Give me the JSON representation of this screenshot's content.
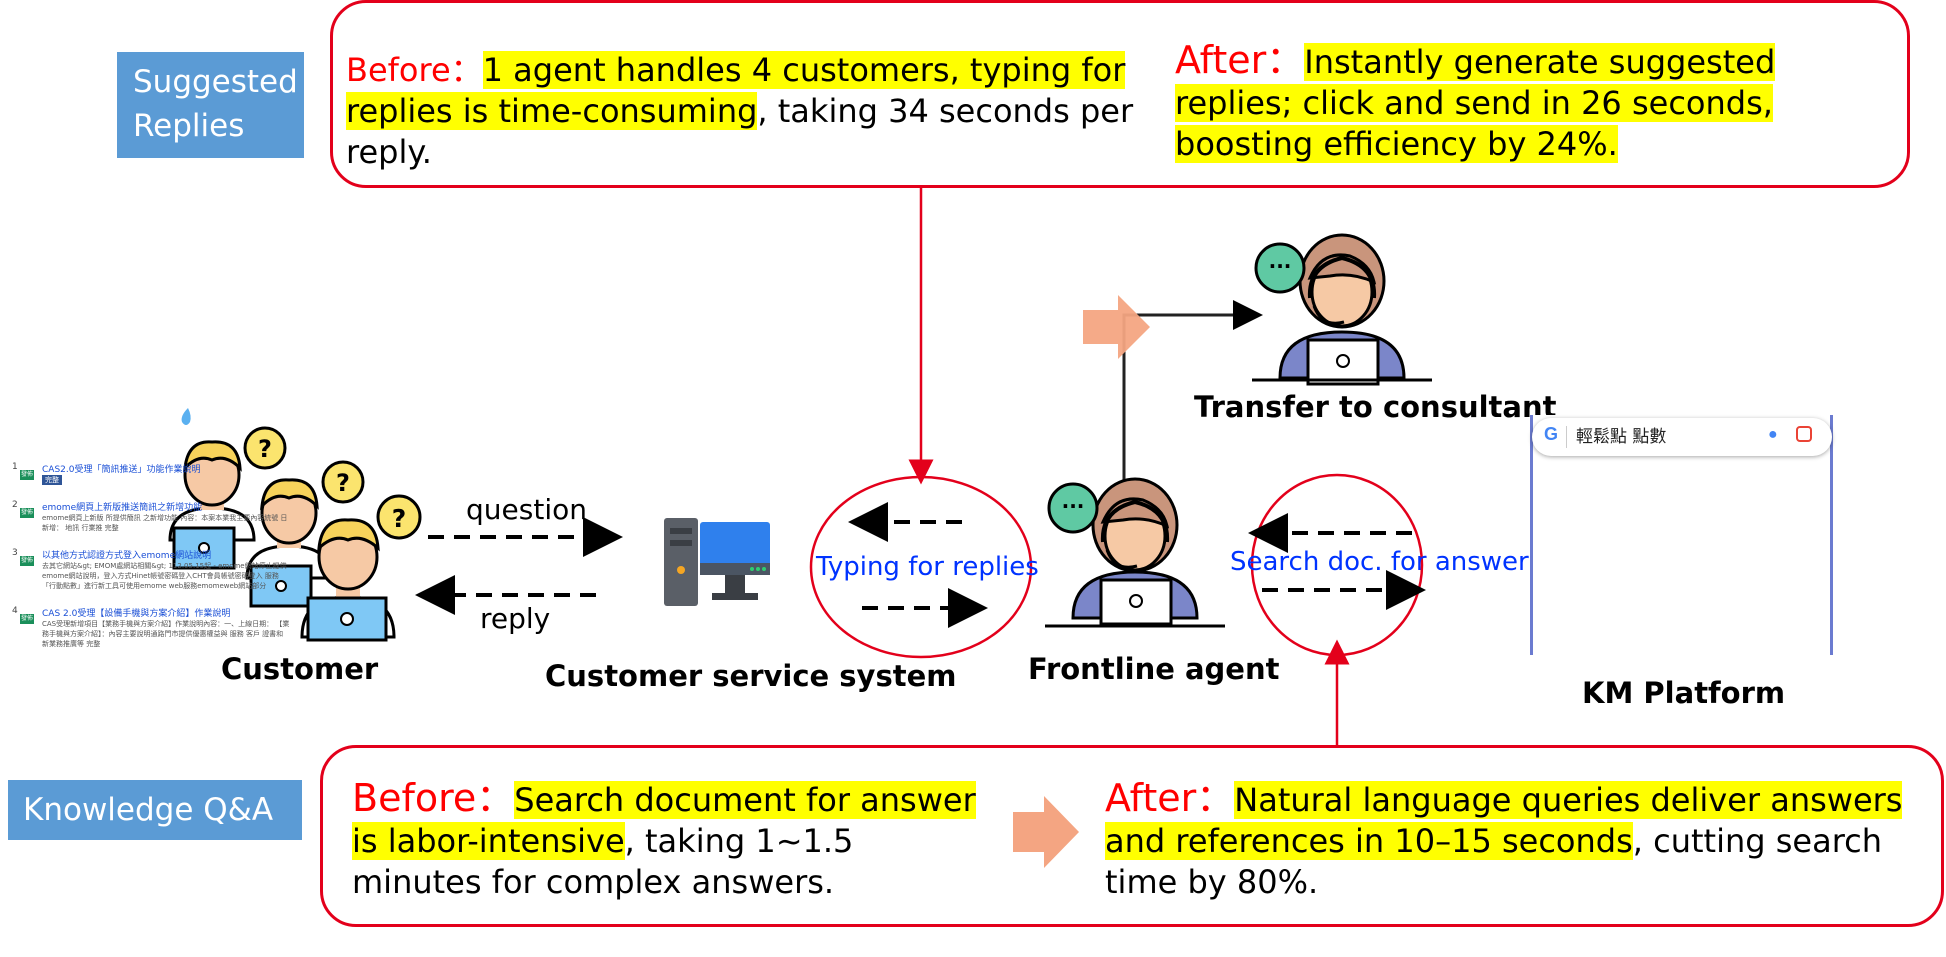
{
  "suggested_replies": {
    "tag": "Suggested\nReplies",
    "before_label": "Before：",
    "before_highlight": "1 agent handles 4 customers, typing for replies is time-consuming",
    "before_rest": ", taking 34 seconds per reply.",
    "after_label": "After：",
    "after_highlight": "Instantly generate suggested replies; click and send in 26 seconds, boosting efficiency by 24%."
  },
  "knowledge_qa": {
    "tag": "Knowledge Q&A",
    "before_label": "Before：",
    "before_highlight": "Search document for answer is labor-intensive",
    "before_rest": ", taking 1~1.5 minutes for complex answers.",
    "after_label": "After：",
    "after_highlight": "Natural language queries deliver answers and references in 10–15 seconds",
    "after_rest": ", cutting search time by 80%."
  },
  "flow": {
    "question": "question",
    "reply": "reply",
    "typing": "Typing for replies",
    "search": "Search doc. for answer"
  },
  "nodes": {
    "customer": "Customer",
    "system": "Customer service system",
    "agent": "Frontline agent",
    "consultant": "Transfer to consultant",
    "km": "KM Platform"
  },
  "km_panel": {
    "query": "輕鬆點 點數",
    "results": [
      {
        "num": "1",
        "badge": "發佈",
        "title": "CAS2.0受理「簡訊推送」功能作業說明",
        "snippet": "完整"
      },
      {
        "num": "2",
        "badge": "發佈",
        "title": "emome網頁上新版推送簡訊之新增功能",
        "snippet": "emome網頁上新版 所提供簡訊 之新增功能 內容：本案本業我主要內容統號 日新增： 地訊 行業推 完整"
      },
      {
        "num": "3",
        "badge": "發佈",
        "title": "以其他方式認證方式登入emome網站說明",
        "snippet": "去其它網站&gt; EMOM處網站相關&gt; 112.05.15起 - emome網站停止提供 emome網站說明，登入方式Hinet帳號密碼登入CHT會員帳號密碼登入 服務「行動點數」進行新工具可使用emome web服務emomeweb網站部分"
      },
      {
        "num": "4",
        "badge": "發佈",
        "title": "CAS 2.0受理【設備手機與方案介紹】作業說明",
        "snippet": "CAS受理新增項目【業務手機與方案介紹】作業說明內容：一、上線日期： 【業務手機與方案介紹】：內容主要說明通路門市提供優惠權益與 服務 客戶 證書和 新業務推廣等 完整"
      }
    ]
  },
  "colors": {
    "tag_bg": "#5b9bd5",
    "box_border": "#e3001b",
    "highlight": "#ffff00",
    "label_red": "#ff0000",
    "flow_blue": "#0033ff",
    "arrow_orange": "#f4a582"
  }
}
